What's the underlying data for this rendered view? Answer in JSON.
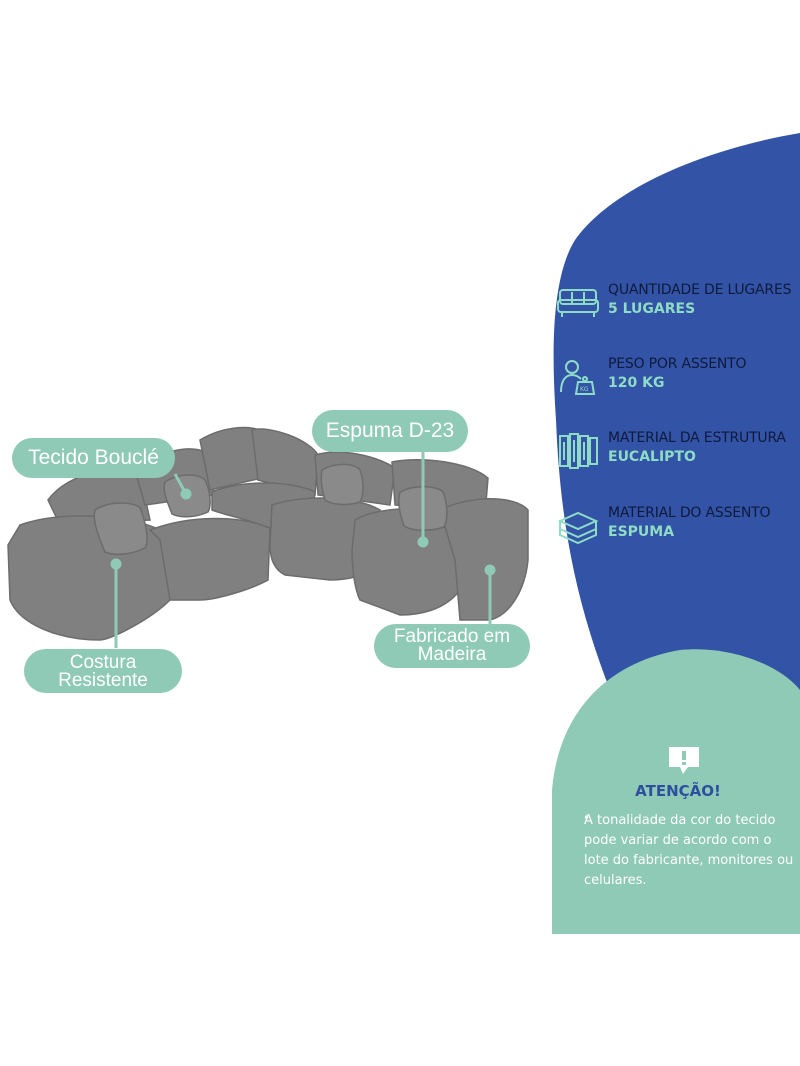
{
  "colors": {
    "blue_panel": "#3253a6",
    "mint": "#8ecab5",
    "mint_text": "#8fdcc6",
    "sofa": "#7f7f7f"
  },
  "callouts": {
    "fabric": "Tecido Bouclé",
    "foam": "Espuma D-23",
    "seam_line1": "Costura",
    "seam_line2": "Resistente",
    "wood_line1": "Fabricado em",
    "wood_line2": "Madeira"
  },
  "specs": [
    {
      "label": "QUANTIDADE DE LUGARES",
      "value": "5 LUGARES",
      "icon": "sofa-icon"
    },
    {
      "label": "PESO POR ASSENTO",
      "value": "120 KG",
      "icon": "weight-icon"
    },
    {
      "label": "MATERIAL DA ESTRUTURA",
      "value": "EUCALIPTO",
      "icon": "wood-icon"
    },
    {
      "label": "MATERIAL DO ASSENTO",
      "value": "ESPUMA",
      "icon": "foam-icon"
    }
  ],
  "attention": {
    "icon": "alert-icon",
    "title": "ATENÇÃO!",
    "bullet": "•",
    "text": "A tonalidade da cor do tecido pode variar de acordo com o lote do fabricante, monitores ou celulares."
  }
}
